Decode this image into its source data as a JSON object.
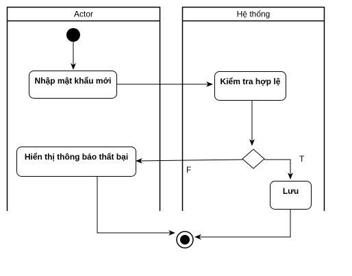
{
  "swimlanes": [
    {
      "id": "actor",
      "title": "Actor"
    },
    {
      "id": "system",
      "title": "Hệ thống"
    }
  ],
  "nodes": {
    "start": {
      "type": "initial",
      "lane": "actor"
    },
    "enter_password": {
      "type": "action",
      "lane": "actor",
      "label": "Nhập mật khẩu mới"
    },
    "validate": {
      "type": "action",
      "lane": "system",
      "label": "Kiểm tra hợp lệ"
    },
    "decision": {
      "type": "decision",
      "lane": "system"
    },
    "show_failure": {
      "type": "action",
      "lane": "actor",
      "label": "Hiển thị thông báo thất bại"
    },
    "save": {
      "type": "action",
      "lane": "system",
      "label": "Lưu"
    },
    "end": {
      "type": "final"
    }
  },
  "edges": [
    {
      "from": "start",
      "to": "enter_password",
      "guard": ""
    },
    {
      "from": "enter_password",
      "to": "validate",
      "guard": ""
    },
    {
      "from": "validate",
      "to": "decision",
      "guard": ""
    },
    {
      "from": "decision",
      "to": "show_failure",
      "guard": "F"
    },
    {
      "from": "decision",
      "to": "save",
      "guard": "T"
    },
    {
      "from": "show_failure",
      "to": "end",
      "guard": ""
    },
    {
      "from": "save",
      "to": "end",
      "guard": ""
    }
  ],
  "colors": {
    "stroke": "#000000",
    "fill": "#ffffff",
    "text": "#000000"
  }
}
